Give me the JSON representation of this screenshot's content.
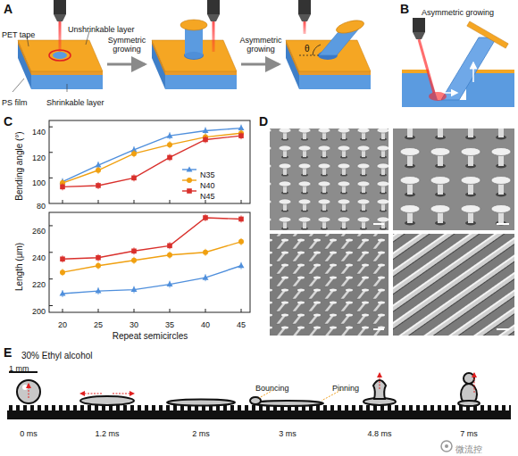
{
  "diagram": {
    "labels": [
      "A",
      "Unshrinkable layer",
      "PET tape",
      "PS film",
      "Shrinkable layer",
      "Symmetric growing",
      "Asymmetric growing",
      "θ",
      "B",
      "Asymmetric growing",
      "C",
      "140",
      "120",
      "100",
      "80",
      "Bending angle (°)",
      "260",
      "240",
      "220",
      "200",
      "Length (μm)",
      "20",
      "25",
      "30",
      "35",
      "40",
      "45",
      "Repeat semicircles",
      "D",
      "E",
      "30% Ethyl alcohol",
      "1 mm",
      "0 ms",
      "1.2 ms",
      "2 ms",
      "3 ms",
      "4.8 ms",
      "7 ms",
      "Bouncing",
      "Pinning",
      "微流控"
    ],
    "legend": [
      {
        "text": "N35"
      },
      {
        "text": "N40"
      },
      {
        "text": "N45"
      }
    ]
  }
}
